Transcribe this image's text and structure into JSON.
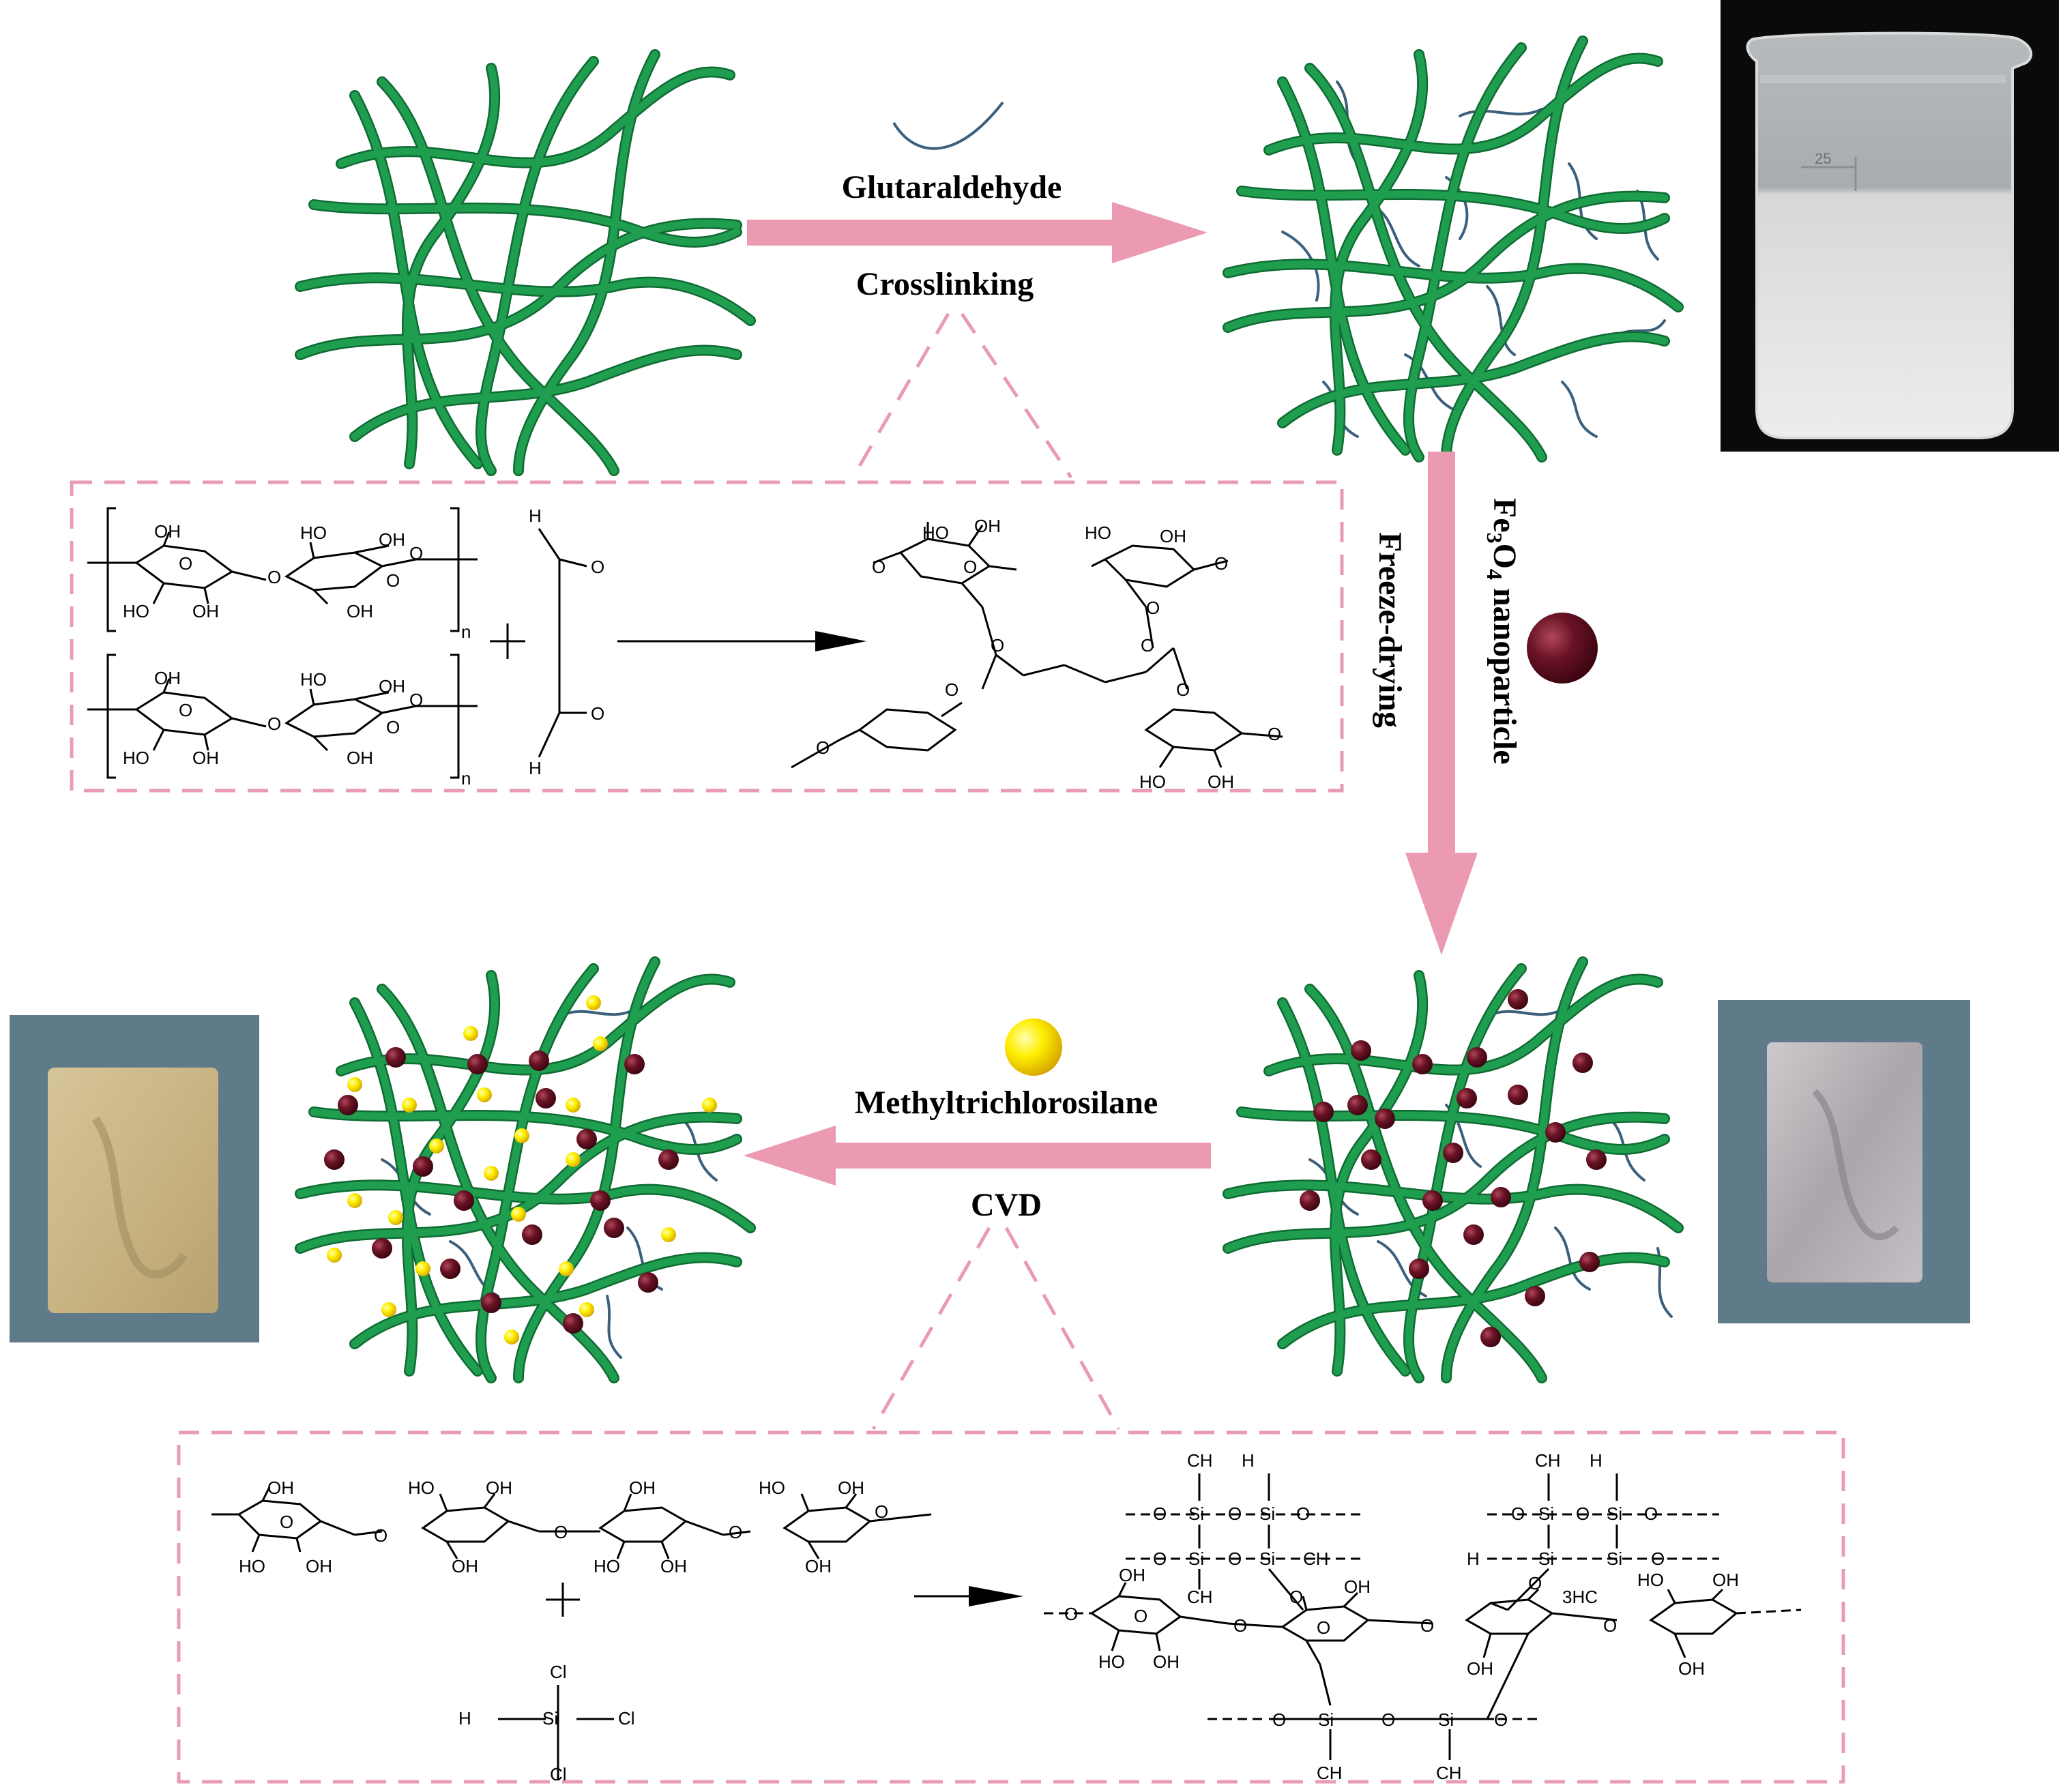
{
  "labels": {
    "glutaraldehyde": "Glutaraldehyde",
    "crosslinking": "Crosslinking",
    "freeze_drying": "Freeze-drying",
    "fe3o4_fe": "Fe",
    "fe3o4_sub3": "3",
    "fe3o4_o": "O",
    "fe3o4_sub4": "4",
    "fe3o4_rest": " nanoparticle",
    "mtcs": "Methyltrichlorosilane",
    "cvd": "CVD"
  },
  "photo_beaker_text": "25",
  "chem": {
    "oh": "OH",
    "ho": "HO",
    "o": "O",
    "h": "H",
    "n": "n",
    "si": "Si",
    "cl": "Cl",
    "ch3": "CH",
    "h3c": "H",
    "three": "3",
    "c_letter": "C",
    "hc3": "3HC"
  },
  "colors": {
    "fiber": "#1f9e4f",
    "fiber_dark": "#0f6b33",
    "crosslink": "#3c5f7c",
    "arrow": "#ec9ab1",
    "dashed": "#e99bb3",
    "fe3o4": "#5a0d1c",
    "silane": "#ffe600"
  }
}
